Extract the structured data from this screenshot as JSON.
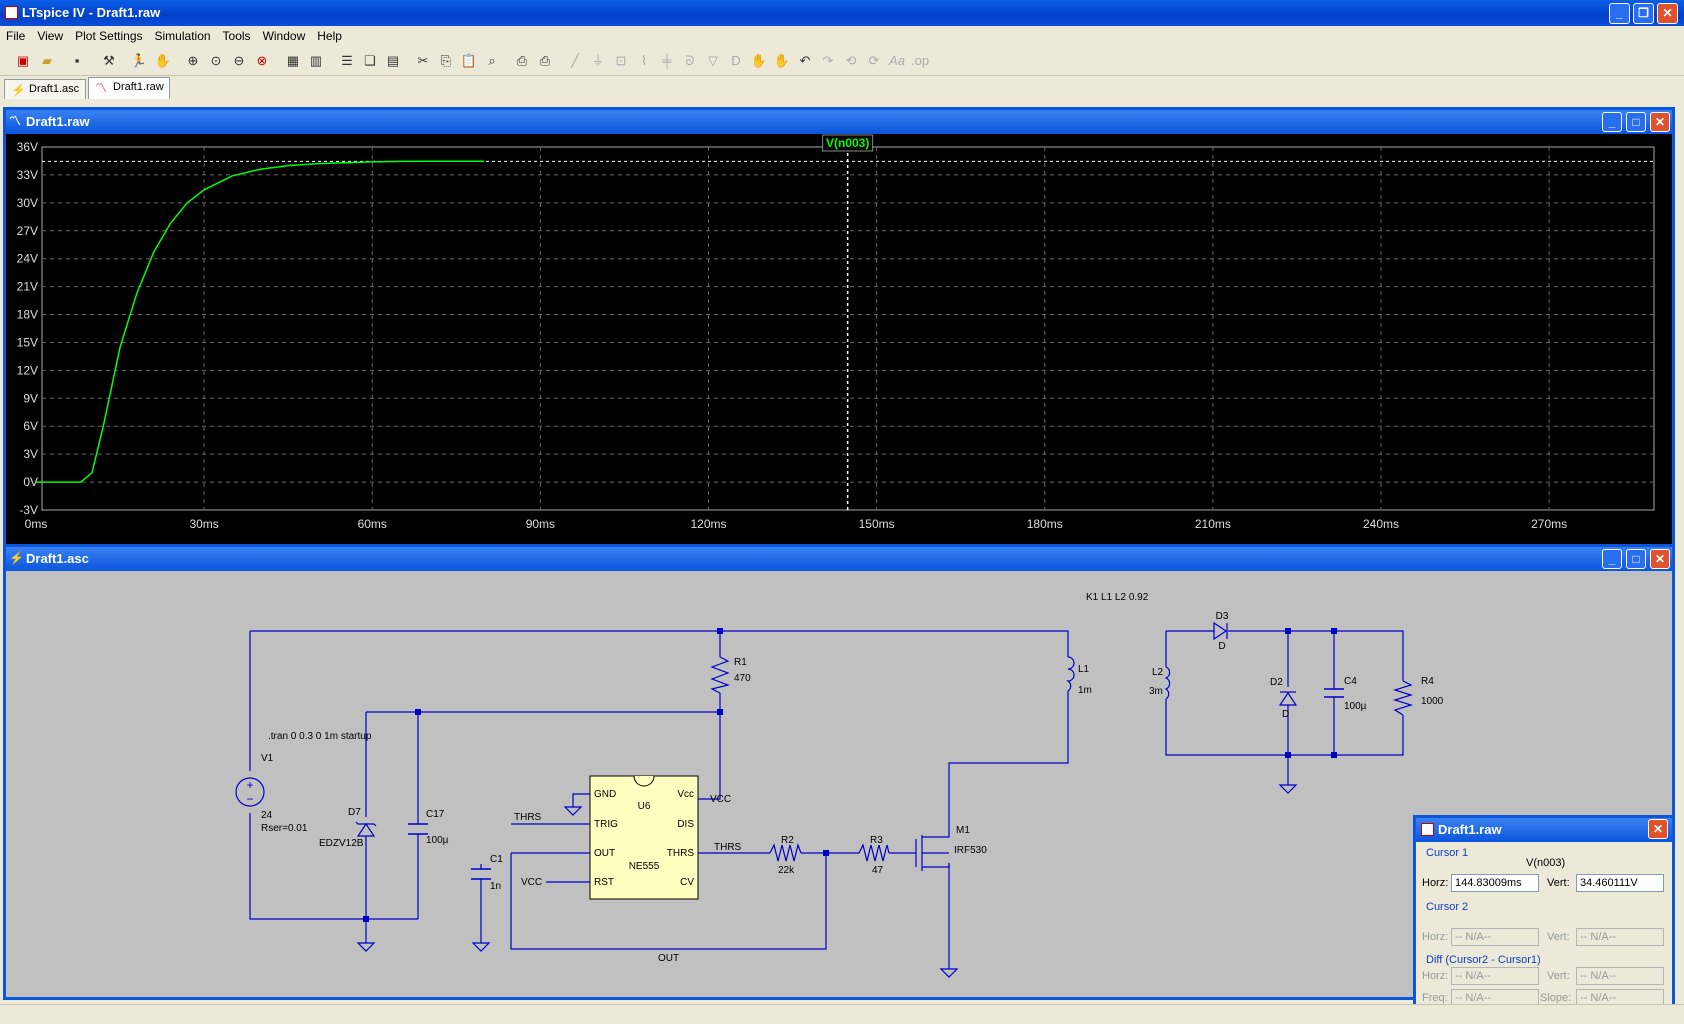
{
  "app": {
    "title": "LTspice IV - Draft1.raw"
  },
  "menu": [
    "File",
    "View",
    "Plot Settings",
    "Simulation",
    "Tools",
    "Window",
    "Help"
  ],
  "tabs": [
    {
      "label": "Draft1.asc",
      "icon": "schematic-icon"
    },
    {
      "label": "Draft1.raw",
      "icon": "waveform-icon"
    }
  ],
  "plot_window": {
    "title": "Draft1.raw",
    "trace_label": "V(n003)",
    "trace_color": "#00ff00"
  },
  "chart_data": {
    "type": "line",
    "series": [
      {
        "name": "V(n003)",
        "x": [
          0,
          8,
          10,
          12,
          15,
          18,
          21,
          24,
          27,
          30,
          35,
          40,
          45,
          50,
          55,
          60,
          65,
          70,
          75,
          80
        ],
        "y": [
          0,
          0,
          1,
          6,
          14.5,
          20.3,
          24.7,
          27.8,
          30.0,
          31.4,
          32.9,
          33.6,
          34.0,
          34.2,
          34.3,
          34.4,
          34.45,
          34.46,
          34.46,
          34.46
        ]
      }
    ],
    "xlim": [
      0,
      288
    ],
    "ylim": [
      -3,
      36
    ],
    "x_ticks": [
      "0ms",
      "30ms",
      "60ms",
      "90ms",
      "120ms",
      "150ms",
      "180ms",
      "210ms",
      "240ms",
      "270ms"
    ],
    "y_ticks": [
      "36V",
      "33V",
      "30V",
      "27V",
      "24V",
      "21V",
      "18V",
      "15V",
      "12V",
      "9V",
      "6V",
      "3V",
      "0V",
      "-3V"
    ],
    "grid": true,
    "cursor1": {
      "x": 144.83009,
      "y": 34.460111
    }
  },
  "schematic_window": {
    "title": "Draft1.asc",
    "directive_coupling": "K1 L1 L2 0.92",
    "directive_tran": ".tran 0 0.3 0 1m startup",
    "components": {
      "V1": {
        "name": "V1",
        "value": "24",
        "extra": "Rser=0.01"
      },
      "D7": {
        "name": "D7",
        "value": "EDZV12B"
      },
      "C17": {
        "name": "C17",
        "value": "100µ"
      },
      "C1": {
        "name": "C1",
        "value": "1n"
      },
      "R1": {
        "name": "R1",
        "value": "470"
      },
      "U6": {
        "name": "U6",
        "value": "NE555",
        "pins": {
          "gnd": "GND",
          "trig": "TRIG",
          "out": "OUT",
          "rst": "RST",
          "vcc": "Vcc",
          "dis": "DIS",
          "thrs": "THRS",
          "cv": "CV"
        }
      },
      "R2": {
        "name": "R2",
        "value": "22k"
      },
      "R3": {
        "name": "R3",
        "value": "47"
      },
      "M1": {
        "name": "M1",
        "value": "IRF530"
      },
      "L1": {
        "name": "L1",
        "value": "1m"
      },
      "L2": {
        "name": "L2",
        "value": "3m"
      },
      "D3": {
        "name": "D3",
        "value": "D"
      },
      "D2": {
        "name": "D2",
        "value": "D"
      },
      "C4": {
        "name": "C4",
        "value": "100µ"
      },
      "R4": {
        "name": "R4",
        "value": "1000"
      }
    },
    "net_labels": {
      "thrs1": "THRS",
      "thrs2": "THRS",
      "vcc1": "VCC",
      "vcc2": "VCC",
      "out": "OUT"
    }
  },
  "cursor_panel": {
    "title": "Draft1.raw",
    "cursor1_label": "Cursor 1",
    "trace": "V(n003)",
    "horz_label": "Horz:",
    "vert_label": "Vert:",
    "horz_value": "144.83009ms",
    "vert_value": "34.460111V",
    "cursor2_label": "Cursor 2",
    "cursor2_horz": "-- N/A--",
    "cursor2_vert": "-- N/A--",
    "diff_label": "Diff (Cursor2 - Cursor1)",
    "diff_horz": "-- N/A--",
    "diff_vert": "-- N/A--",
    "freq_label": "Freq:",
    "freq_value": "-- N/A--",
    "slope_label": "Slope:",
    "slope_value": "-- N/A--"
  }
}
